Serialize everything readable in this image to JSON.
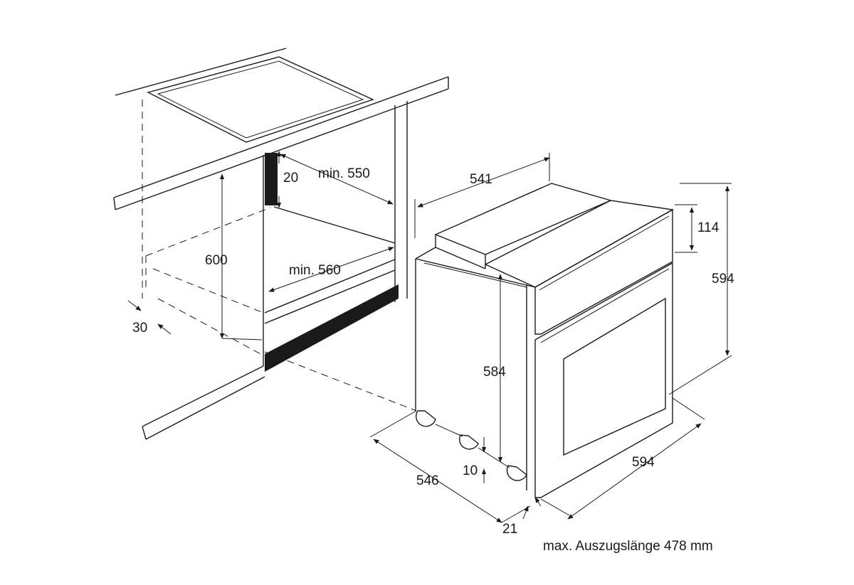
{
  "dimensions": {
    "niche_top_gap": "20",
    "niche_depth": "min. 550",
    "niche_height": "600",
    "niche_width": "min. 560",
    "front_offset": "30",
    "oven_top_depth": "541",
    "panel_height": "114",
    "oven_height": "594",
    "body_height": "584",
    "oven_depth": "546",
    "foot_height": "10",
    "oven_width": "594",
    "door_thickness": "21"
  },
  "note": "max. Auszugslänge 478 mm"
}
